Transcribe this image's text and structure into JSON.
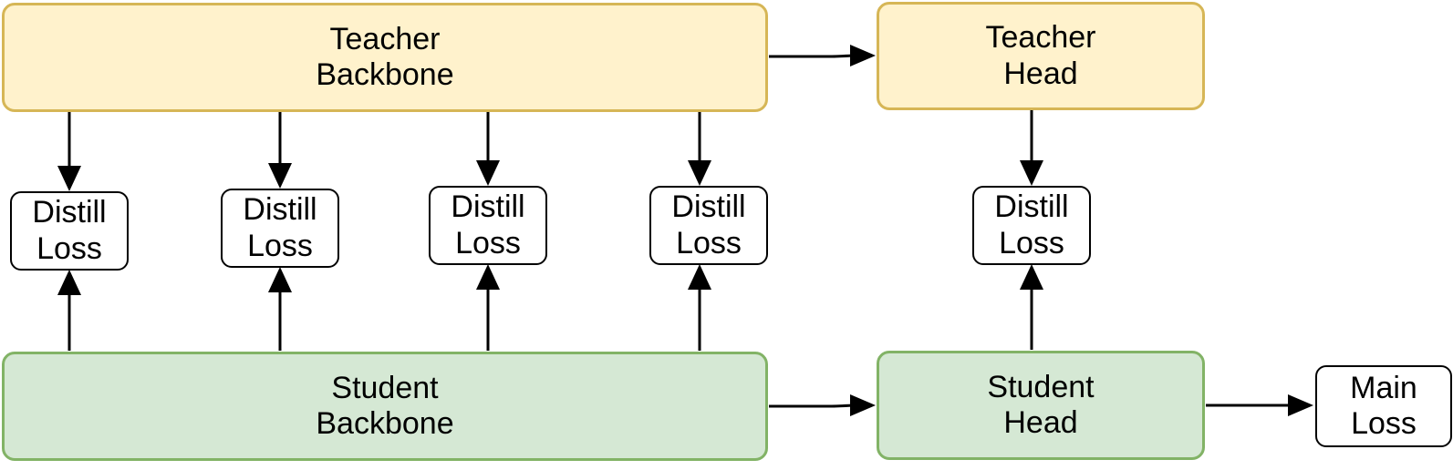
{
  "colors": {
    "teacher_fill": "#fff2cc",
    "teacher_border": "#d6b656",
    "student_fill": "#d5e8d4",
    "student_border": "#82b366",
    "loss_fill": "#ffffff",
    "loss_border": "#000000",
    "arrow": "#000000"
  },
  "teacher_backbone": {
    "line1": "Teacher",
    "line2": "Backbone"
  },
  "teacher_head": {
    "line1": "Teacher",
    "line2": "Head"
  },
  "student_backbone": {
    "line1": "Student",
    "line2": "Backbone"
  },
  "student_head": {
    "line1": "Student",
    "line2": "Head"
  },
  "distill_losses": [
    {
      "line1": "Distill",
      "line2": "Loss"
    },
    {
      "line1": "Distill",
      "line2": "Loss"
    },
    {
      "line1": "Distill",
      "line2": "Loss"
    },
    {
      "line1": "Distill",
      "line2": "Loss"
    },
    {
      "line1": "Distill",
      "line2": "Loss"
    }
  ],
  "main_loss": {
    "line1": "Main",
    "line2": "Loss"
  }
}
